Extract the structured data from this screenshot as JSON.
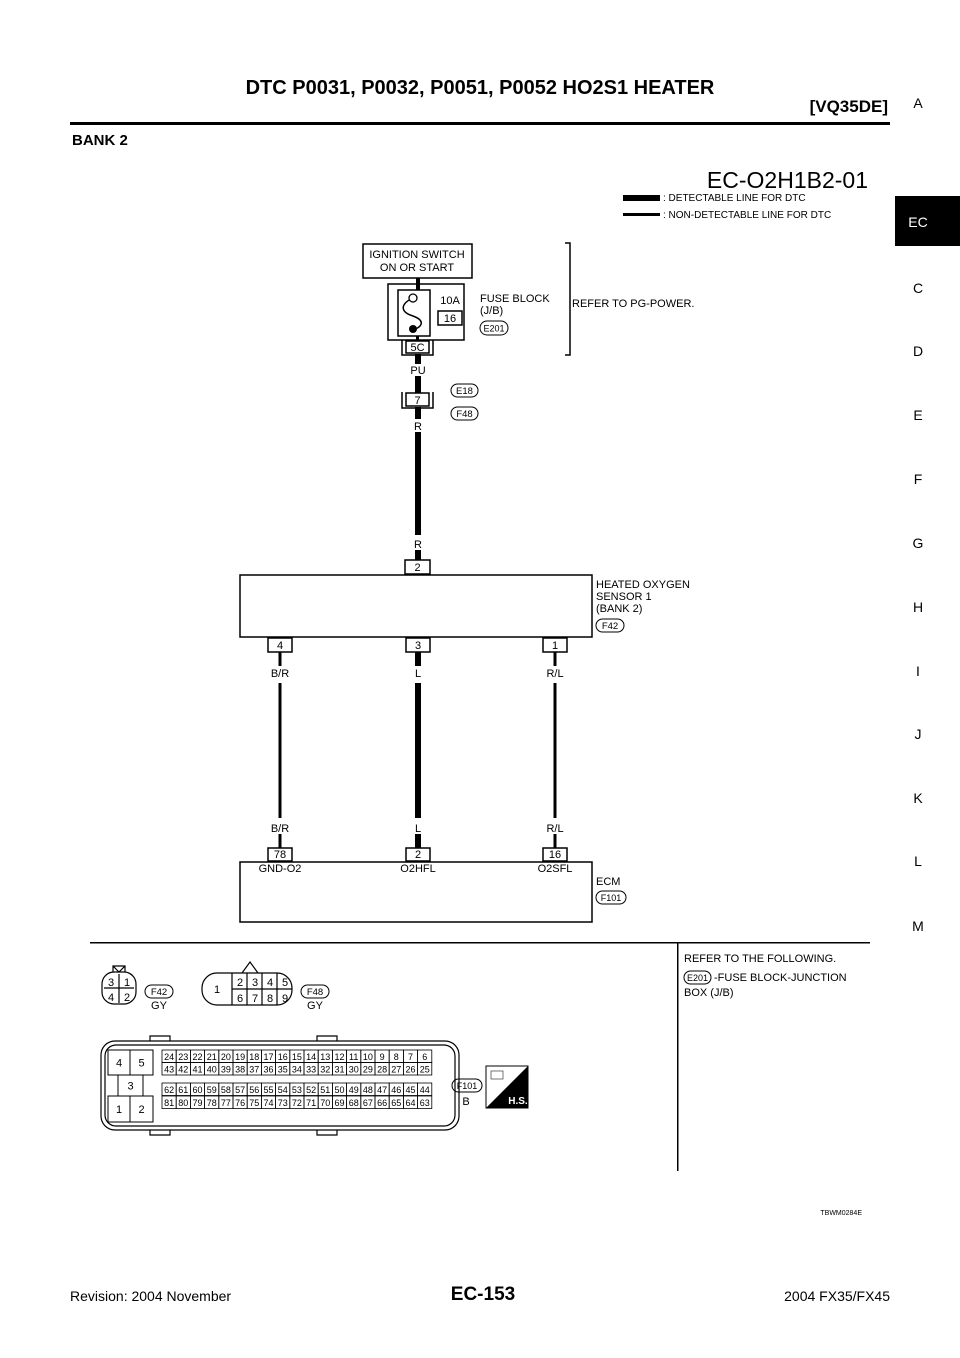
{
  "header": {
    "title": "DTC P0031, P0032, P0051, P0052 HO2S1 HEATER",
    "engine": "[VQ35DE]",
    "section": "BANK 2"
  },
  "side_tabs": [
    "A",
    "EC",
    "C",
    "D",
    "E",
    "F",
    "G",
    "H",
    "I",
    "J",
    "K",
    "L",
    "M"
  ],
  "side_tab_active": "EC",
  "diagram": {
    "id": "EC-O2H1B2-01",
    "legend": {
      "detectable": ": DETECTABLE LINE FOR DTC",
      "non_detectable": ": NON-DETECTABLE LINE FOR DTC"
    },
    "ignition": [
      "IGNITION SWITCH",
      "ON OR START"
    ],
    "fuse": {
      "rating": "10A",
      "number": "16",
      "block": [
        "FUSE BLOCK",
        "(J/B)"
      ],
      "connector": "E201",
      "terminal": "5C",
      "refer": "REFER TO PG-POWER."
    },
    "wire_pu": "PU",
    "joint": {
      "terminal": "7",
      "conn_a": "E18",
      "conn_b": "F48"
    },
    "wire_r_top": "R",
    "wire_r_bottom": "R",
    "sensor": {
      "terminal_top": "2",
      "name": [
        "HEATED OXYGEN",
        "SENSOR 1",
        "(BANK 2)"
      ],
      "connector": "F42",
      "pins": [
        "4",
        "3",
        "1"
      ]
    },
    "wires": [
      {
        "color": "B/R",
        "ecm_pin": "78",
        "ecm_label": "GND-O2"
      },
      {
        "color": "L",
        "ecm_pin": "2",
        "ecm_label": "O2HFL"
      },
      {
        "color": "R/L",
        "ecm_pin": "16",
        "ecm_label": "O2SFL"
      }
    ],
    "ecm": {
      "name": "ECM",
      "connector": "F101"
    }
  },
  "connectors": {
    "f42": {
      "id": "F42",
      "color": "GY",
      "pins": [
        "3",
        "1",
        "4",
        "2"
      ]
    },
    "f48": {
      "id": "F48",
      "color": "GY",
      "pins": [
        "1",
        "2",
        "3",
        "4",
        "5",
        "6",
        "7",
        "8",
        "9"
      ]
    },
    "f101": {
      "id": "F101",
      "color": "B",
      "block": [
        "4",
        "5",
        "3",
        "1",
        "2"
      ],
      "rows": [
        [
          "24",
          "23",
          "22",
          "21",
          "20",
          "19",
          "18",
          "17",
          "16",
          "15",
          "14",
          "13",
          "12",
          "11",
          "10",
          "9",
          "8",
          "7",
          "6"
        ],
        [
          "43",
          "42",
          "41",
          "40",
          "39",
          "38",
          "37",
          "36",
          "35",
          "34",
          "33",
          "32",
          "31",
          "30",
          "29",
          "28",
          "27",
          "26",
          "25"
        ],
        [
          "62",
          "61",
          "60",
          "59",
          "58",
          "57",
          "56",
          "55",
          "54",
          "53",
          "52",
          "51",
          "50",
          "49",
          "48",
          "47",
          "46",
          "45",
          "44"
        ],
        [
          "81",
          "80",
          "79",
          "78",
          "77",
          "76",
          "75",
          "74",
          "73",
          "72",
          "71",
          "70",
          "69",
          "68",
          "67",
          "66",
          "65",
          "64",
          "63"
        ]
      ]
    },
    "hs_label": "H.S."
  },
  "refer": {
    "title": "REFER TO THE FOLLOWING.",
    "connector": "E201",
    "desc": "-FUSE BLOCK-JUNCTION",
    "desc2": "BOX (J/B)"
  },
  "figure_code": "TBWM0284E",
  "footer": {
    "revision": "Revision: 2004 November",
    "page": "EC-153",
    "model": "2004 FX35/FX45"
  }
}
